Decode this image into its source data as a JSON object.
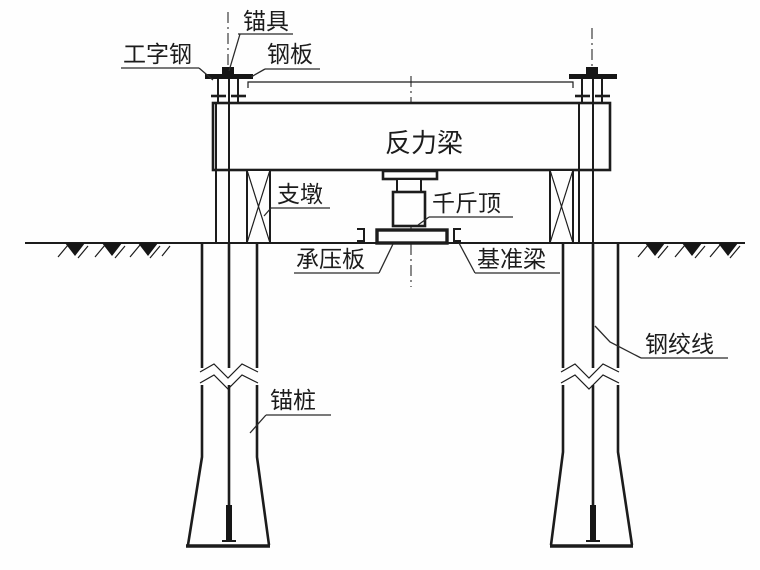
{
  "diagram": {
    "type": "engineering-line-drawing",
    "subject": "static pile load test rig (anchor pile reaction beam method)",
    "labels": {
      "anchor_device": "锚具",
      "i_beam": "工字钢",
      "steel_plate": "钢板",
      "reaction_beam": "反力梁",
      "support_pier": "支墩",
      "jack": "千斤顶",
      "bearing_plate": "承压板",
      "reference_beam": "基准梁",
      "steel_strand": "钢绞线",
      "anchor_pile": "锚桩"
    },
    "colors": {
      "line": "#1c1c1c",
      "background": "#fefefe"
    }
  }
}
